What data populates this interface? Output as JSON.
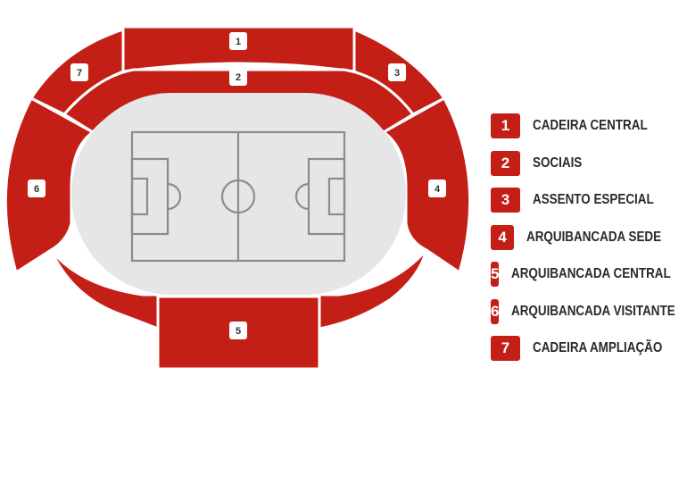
{
  "colors": {
    "section": "#c41f16",
    "field": "#e6e6e6",
    "lines": "#8c8c8c",
    "text": "#2a2a2a"
  },
  "stadium": {
    "sections": [
      {
        "id": "1",
        "badge": "1"
      },
      {
        "id": "2",
        "badge": "2"
      },
      {
        "id": "3",
        "badge": "3"
      },
      {
        "id": "4",
        "badge": "4"
      },
      {
        "id": "5",
        "badge": "5"
      },
      {
        "id": "6",
        "badge": "6"
      },
      {
        "id": "7",
        "badge": "7"
      }
    ]
  },
  "legend": {
    "items": [
      {
        "number": "1",
        "label": "CADEIRA CENTRAL"
      },
      {
        "number": "2",
        "label": "SOCIAIS"
      },
      {
        "number": "3",
        "label": "ASSENTO ESPECIAL"
      },
      {
        "number": "4",
        "label": "ARQUIBANCADA SEDE"
      },
      {
        "number": "5",
        "label": "ARQUIBANCADA CENTRAL"
      },
      {
        "number": "6",
        "label": "ARQUIBANCADA VISITANTE"
      },
      {
        "number": "7",
        "label": "CADEIRA AMPLIAÇÃO"
      }
    ]
  }
}
